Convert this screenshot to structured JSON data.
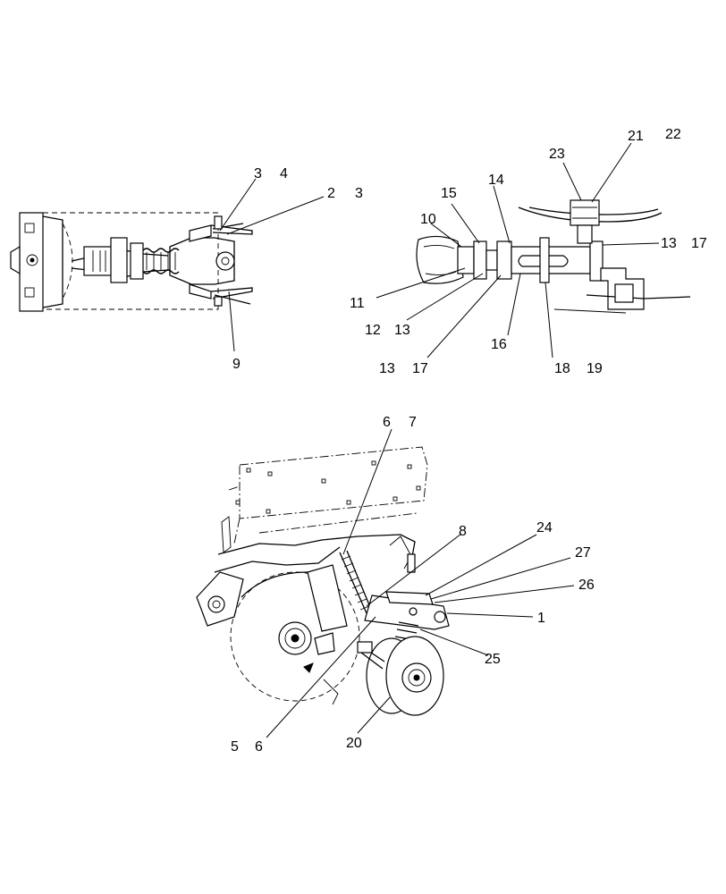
{
  "callouts": {
    "c1": "1",
    "c2": "2",
    "c3a": "3",
    "c3b": "3",
    "c4": "4",
    "c5": "5",
    "c6a": "6",
    "c6b": "6",
    "c7": "7",
    "c8": "8",
    "c9": "9",
    "c10": "10",
    "c11": "11",
    "c12": "12",
    "c13a": "13",
    "c13b": "13",
    "c13c": "13",
    "c14": "14",
    "c15": "15",
    "c16": "16",
    "c17a": "17",
    "c17b": "17",
    "c18": "18",
    "c19": "19",
    "c20": "20",
    "c21": "21",
    "c22": "22",
    "c23": "23",
    "c24": "24",
    "c25": "25",
    "c26": "26",
    "c27": "27"
  }
}
